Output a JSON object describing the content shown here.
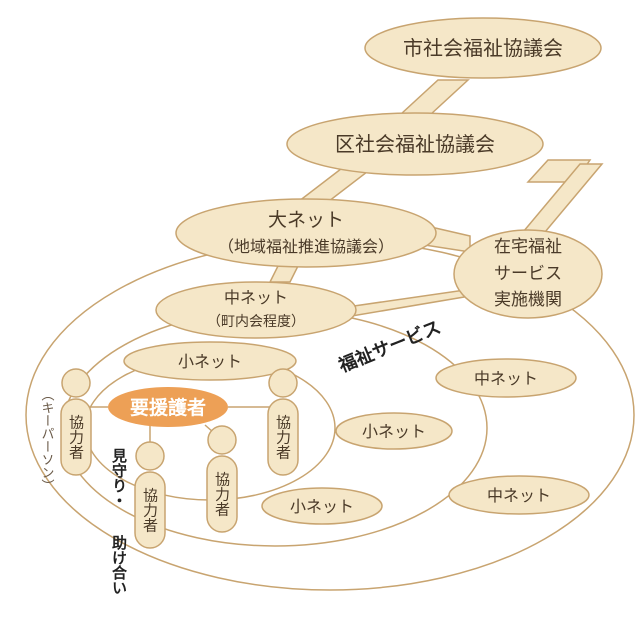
{
  "colors": {
    "fill": "#f5e7c8",
    "stroke": "#c8a470",
    "accent": "#eda056",
    "text": "#4a3a28"
  },
  "nodes": {
    "city": "市社会福祉協議会",
    "ward": "区社会福祉協議会",
    "large_net_title": "大ネット",
    "large_net_sub": "（地域福祉推進協議会）",
    "home_service_1": "在宅福祉",
    "home_service_2": "サービス",
    "home_service_3": "実施機関",
    "mid_net_title": "中ネット",
    "mid_net_sub": "（町内会程度）",
    "small_net_top": "小ネット",
    "welfare_service": "福祉サービス",
    "mid_net_right": "中ネット",
    "small_net_right": "小ネット",
    "small_net_bottom": "小ネット",
    "mid_net_bottom": "中ネット",
    "person_in_need": "要援護者",
    "keyperson": "（キーパーソン）",
    "cooperator": "協力者",
    "watch_help_1": "見守り・",
    "watch_help_2": "助け合い"
  }
}
